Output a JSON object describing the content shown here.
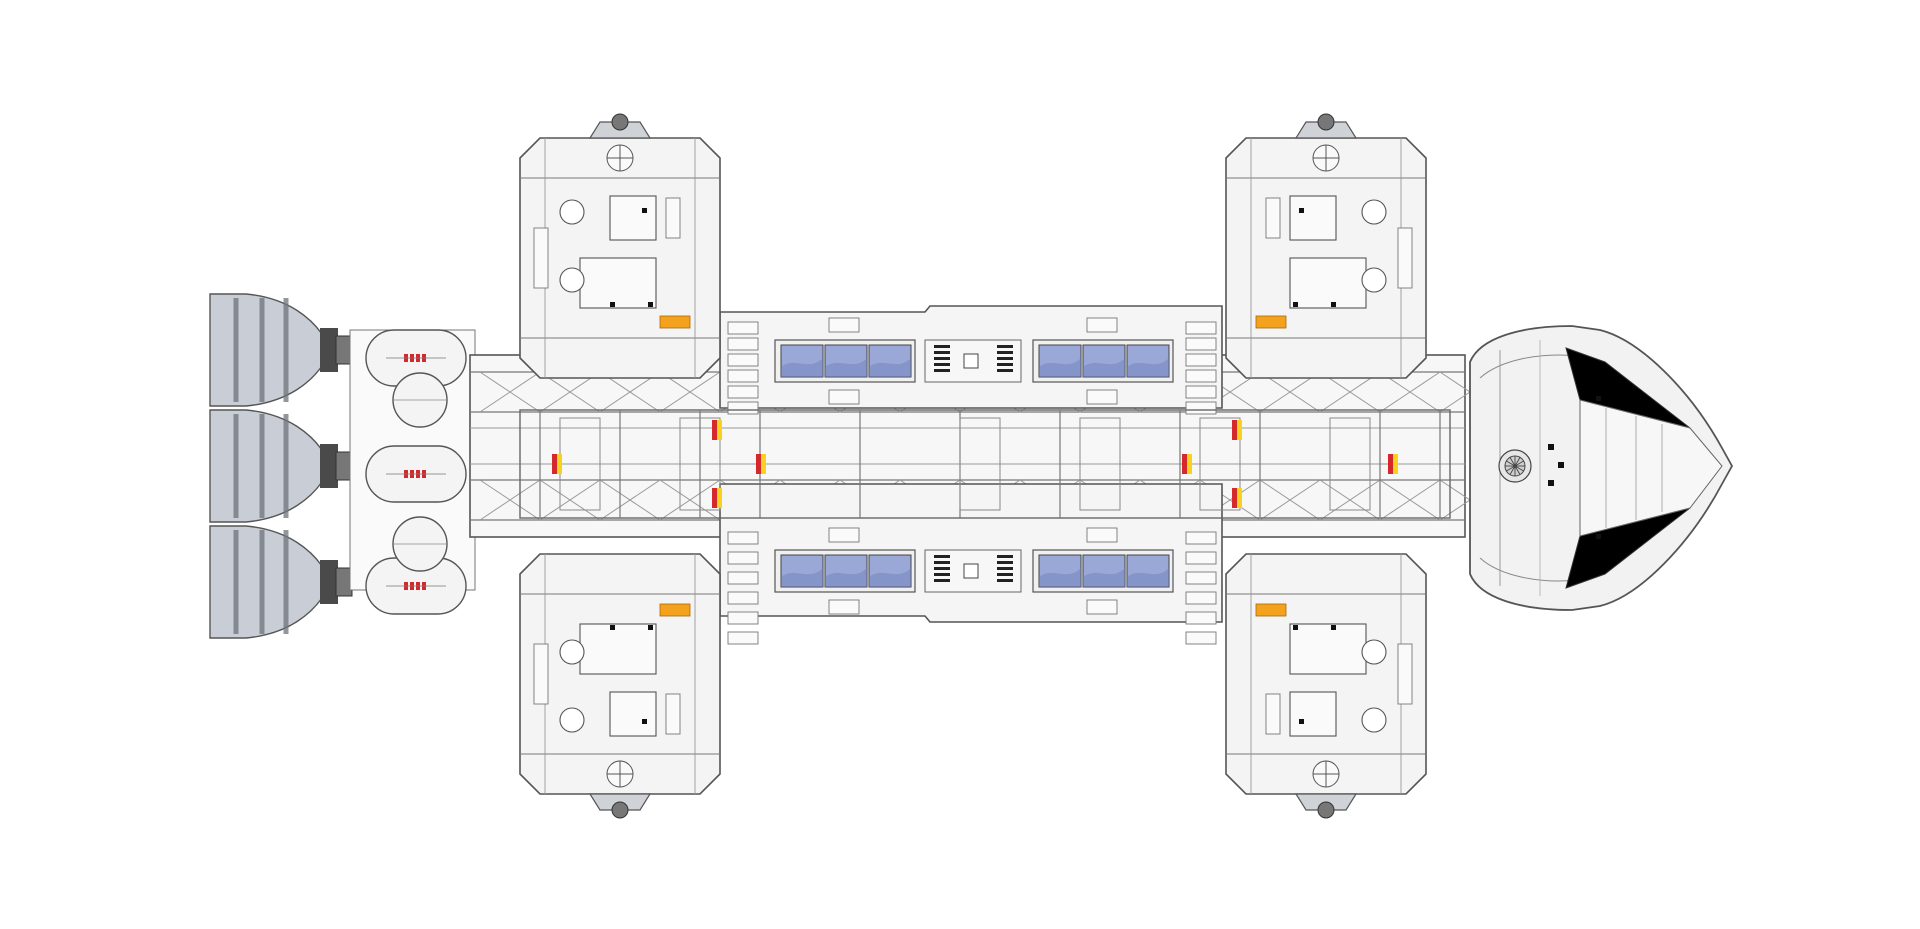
{
  "colors": {
    "background": "#ffffff",
    "hull": "#f4f4f4",
    "hull_shade": "#e2e2e2",
    "outline": "#555555",
    "line_light": "#9a9a9a",
    "engine_bell": "#c9ced6",
    "engine_band": "#6f747b",
    "engine_neck": "#4a4a4a",
    "window_glass": "#9aa8d8",
    "window_glass_dark": "#6f7fb8",
    "cockpit_glass": "#000000",
    "accent_orange": "#f4a21e",
    "accent_red": "#d4282c",
    "accent_yellow": "#f7d21f"
  },
  "icons": {
    "engines": "rocket-nozzle-icon",
    "fuel_tanks": "fuel-tank-icon",
    "landing_pods": "landing-pod-icon",
    "cockpit": "command-module-icon",
    "passenger_pod": "passenger-pod-icon"
  },
  "counts": {
    "engines": 3,
    "landing_pods": 4,
    "passenger_windows_per_panel": 3
  }
}
